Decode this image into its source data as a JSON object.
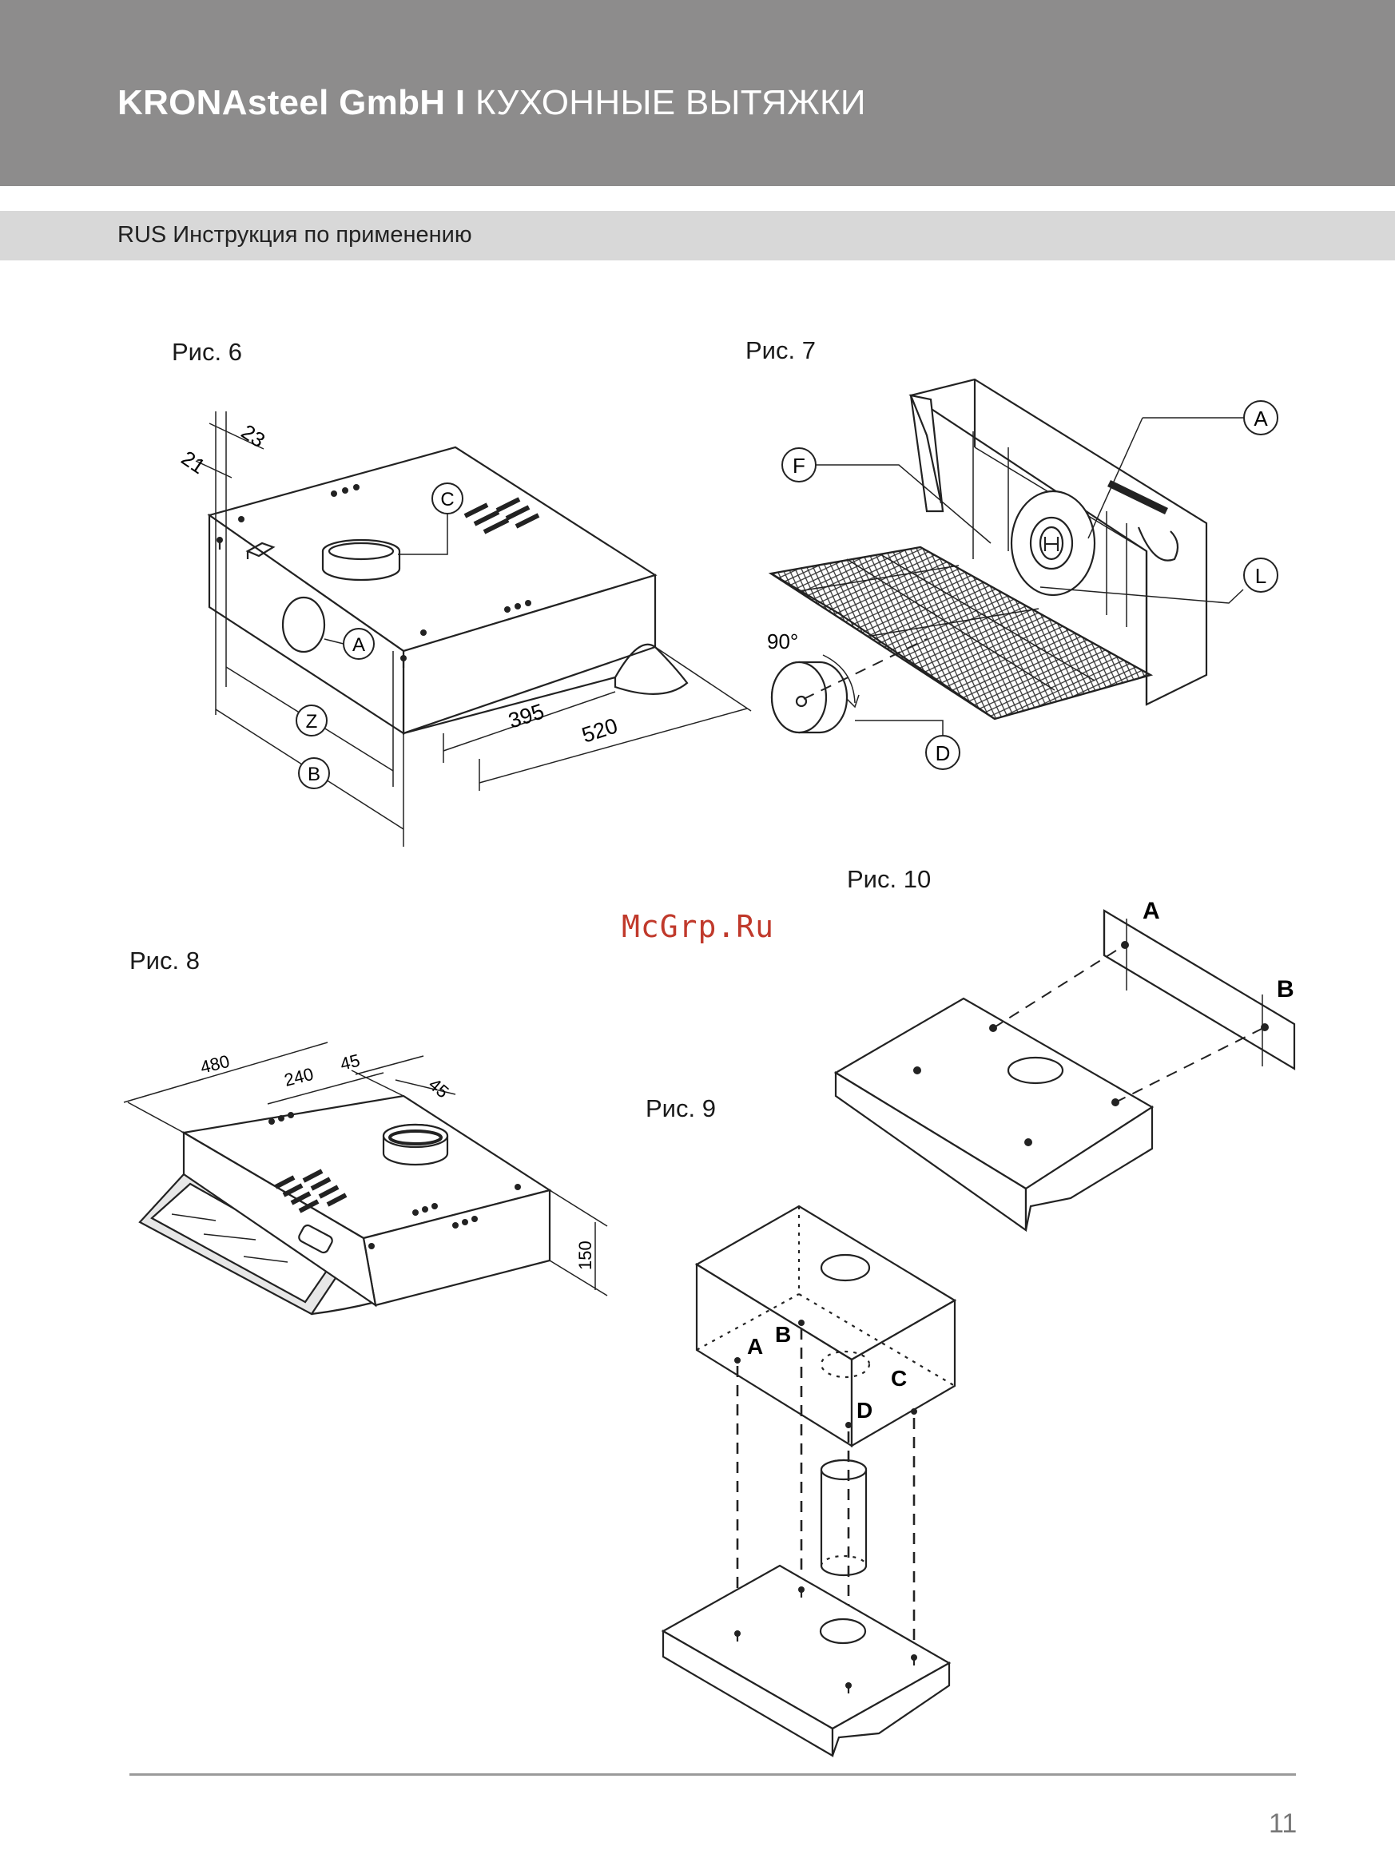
{
  "header": {
    "brand": "KRONAsteel GmbH I",
    "title": "КУХОННЫЕ ВЫТЯЖКИ",
    "subtitle": "RUS Инструкция по применению"
  },
  "watermark": "McGrp.Ru",
  "figures": {
    "fig6": {
      "caption": "Рис. 6",
      "dims": {
        "d23": "23",
        "d21": "21",
        "d395": "395",
        "d520": "520"
      },
      "labels": {
        "A": "A",
        "C": "C",
        "Z": "Z",
        "B": "B"
      }
    },
    "fig7": {
      "caption": "Рис. 7",
      "angle": "90°",
      "labels": {
        "A": "A",
        "F": "F",
        "L": "L",
        "D": "D"
      }
    },
    "fig8": {
      "caption": "Рис. 8",
      "dims": {
        "d480": "480",
        "d240": "240",
        "d45a": "45",
        "d45b": "45",
        "d150": "150"
      }
    },
    "fig9": {
      "caption": "Рис. 9",
      "labels": {
        "A": "A",
        "B": "B",
        "C": "C",
        "D": "D"
      }
    },
    "fig10": {
      "caption": "Рис. 10",
      "labels": {
        "A": "A",
        "B": "B"
      }
    }
  },
  "footer": {
    "page_number": "11"
  }
}
